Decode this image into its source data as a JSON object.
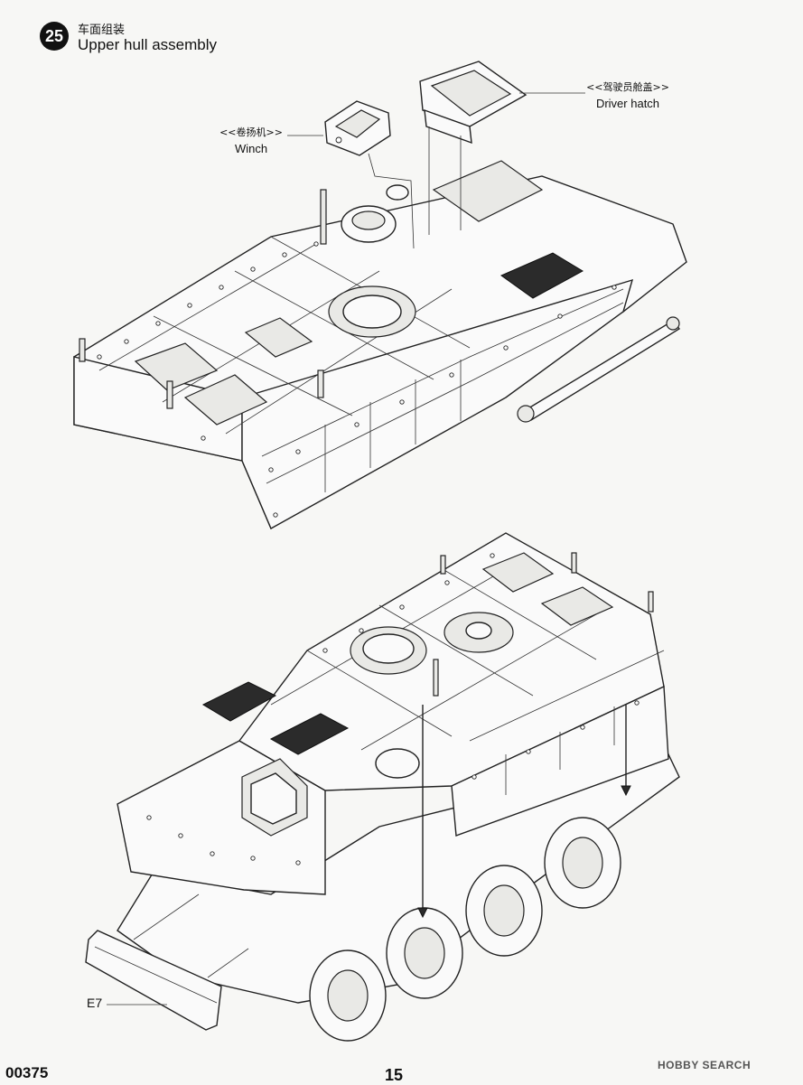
{
  "step": {
    "number": "25",
    "title_cn": "车面组装",
    "title_en": "Upper hull assembly"
  },
  "callouts": {
    "driver_hatch": {
      "cn": "<<驾驶员舱盖>>",
      "en": "Driver hatch"
    },
    "winch": {
      "cn": "<<卷扬机>>",
      "en": "Winch"
    }
  },
  "parts": {
    "e7": "E7"
  },
  "footer": {
    "code": "00375",
    "page": "15",
    "watermark": "HOBBY SEARCH"
  }
}
